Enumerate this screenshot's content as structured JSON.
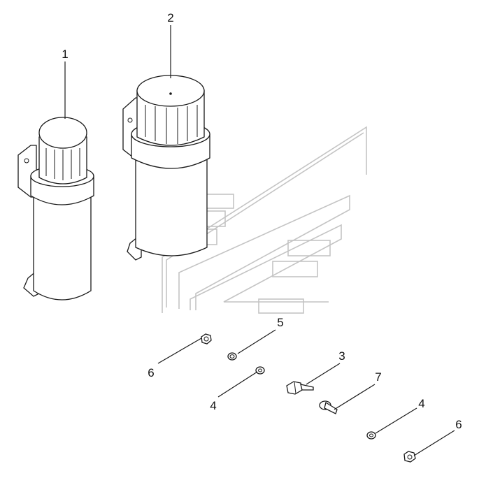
{
  "callouts": [
    {
      "id": "c1",
      "label": "1"
    },
    {
      "id": "c2",
      "label": "2"
    },
    {
      "id": "c5",
      "label": "5"
    },
    {
      "id": "c6a",
      "label": "6"
    },
    {
      "id": "c3",
      "label": "3"
    },
    {
      "id": "c4a",
      "label": "4"
    },
    {
      "id": "c7",
      "label": "7"
    },
    {
      "id": "c4b",
      "label": "4"
    },
    {
      "id": "c6b",
      "label": "6"
    }
  ],
  "colors": {
    "line": "#1a1a1a",
    "watermark": "#c4c4c4",
    "background": "#ffffff"
  }
}
